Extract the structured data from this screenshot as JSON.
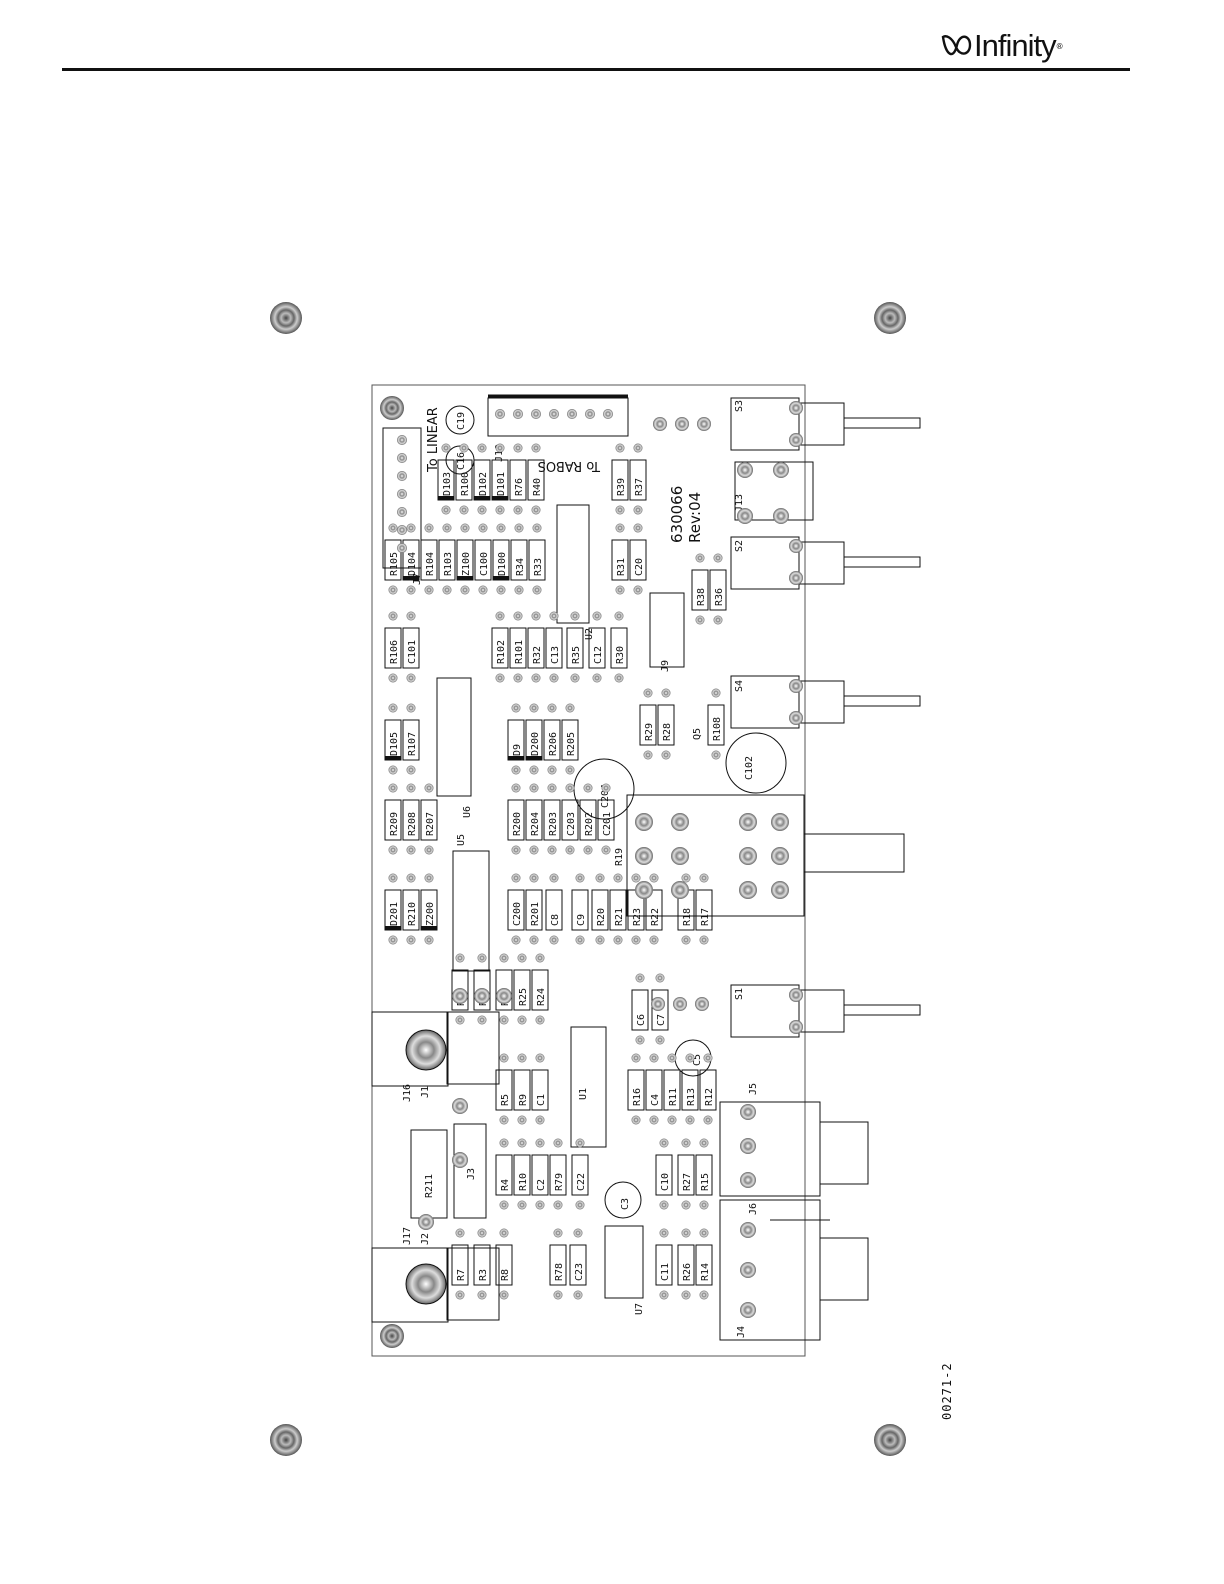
{
  "brand": {
    "name": "Infinity",
    "reg_mark": "®"
  },
  "figure_id": "00271-2",
  "board": {
    "part_number": "630066",
    "revision": "Rev:04",
    "connector_labels": {
      "j7": "To LINEAR",
      "j10": "To RABOS"
    },
    "components": [
      "J7",
      "J10",
      "C19",
      "C16",
      "S3",
      "J13",
      "S2",
      "S4",
      "S1",
      "J5",
      "J6",
      "J4",
      "J16",
      "J1",
      "J17",
      "J2",
      "J3",
      "J9",
      "D103",
      "R100",
      "D102",
      "D101",
      "R76",
      "R40",
      "R39",
      "R37",
      "R105",
      "D104",
      "R104",
      "R103",
      "Z100",
      "C100",
      "D100",
      "R34",
      "R33",
      "R31",
      "C20",
      "R38",
      "R36",
      "R106",
      "C101",
      "R102",
      "R101",
      "R32",
      "C13",
      "R35",
      "C12",
      "R30",
      "D105",
      "R107",
      "D9",
      "D200",
      "R206",
      "R205",
      "C204",
      "R29",
      "R28",
      "Q5",
      "R108",
      "C102",
      "U6",
      "U2",
      "U5",
      "R209",
      "R208",
      "R207",
      "R200",
      "R204",
      "R203",
      "C203",
      "R202",
      "C201",
      "R19",
      "D201",
      "R210",
      "Z200",
      "C200",
      "R201",
      "C8",
      "C9",
      "R20",
      "R21",
      "R23",
      "R22",
      "R18",
      "R17",
      "R6",
      "R2",
      "R1",
      "R25",
      "R24",
      "U1",
      "C6",
      "C7",
      "C5",
      "R5",
      "R9",
      "C1",
      "R16",
      "C4",
      "R11",
      "R13",
      "R12",
      "R211",
      "R4",
      "R10",
      "C2",
      "R79",
      "C22",
      "C3",
      "C10",
      "R27",
      "R15",
      "R7",
      "R3",
      "R8",
      "R78",
      "C23",
      "U7",
      "C11",
      "R26",
      "R14"
    ]
  }
}
